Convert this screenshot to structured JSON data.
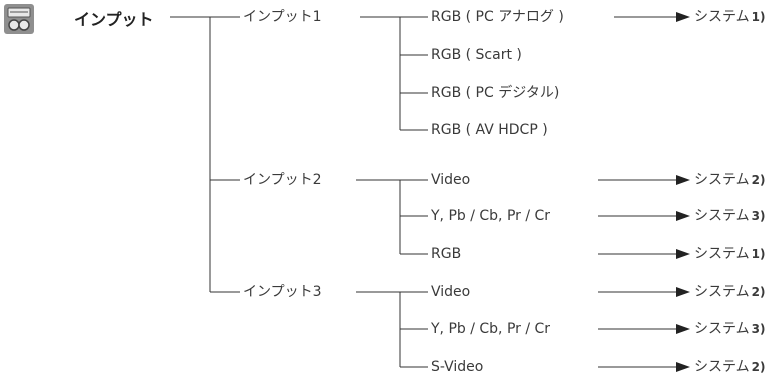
{
  "root": {
    "label": "インプット",
    "icon": "input-icon"
  },
  "inputs": [
    {
      "label": "インプット1",
      "signals": [
        {
          "label": "RGB ( PC アナログ )",
          "system": {
            "label": "システム",
            "num": "1)"
          }
        },
        {
          "label": "RGB ( Scart )"
        },
        {
          "label": "RGB ( PC デジタル)"
        },
        {
          "label": "RGB ( AV HDCP )"
        }
      ]
    },
    {
      "label": "インプット2",
      "signals": [
        {
          "label": "Video",
          "system": {
            "label": "システム",
            "num": "2)"
          }
        },
        {
          "label": "Y, Pb / Cb, Pr / Cr",
          "system": {
            "label": "システム",
            "num": "3)"
          }
        },
        {
          "label": "RGB",
          "system": {
            "label": "システム",
            "num": "1)"
          }
        }
      ]
    },
    {
      "label": "インプット3",
      "signals": [
        {
          "label": "Video",
          "system": {
            "label": "システム",
            "num": "2)"
          }
        },
        {
          "label": "Y, Pb / Cb, Pr / Cr",
          "system": {
            "label": "システム",
            "num": "3)"
          }
        },
        {
          "label": "S-Video",
          "system": {
            "label": "システム",
            "num": "2)"
          }
        }
      ]
    }
  ],
  "colors": {
    "line": "#333333",
    "text": "#3a3a3a",
    "icon_bg": "#8a8a8a"
  }
}
